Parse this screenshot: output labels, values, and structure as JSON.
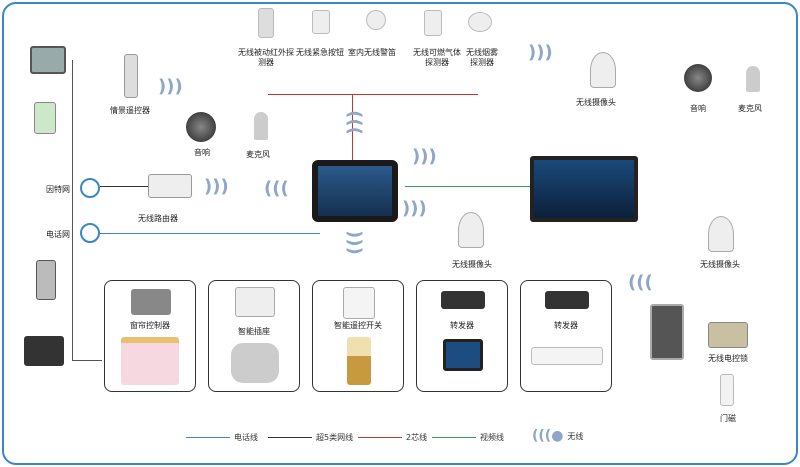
{
  "detectors": [
    "无线被动红外探测器",
    "无线紧急按钮",
    "室内无线警笛",
    "无线可燃气体探测器",
    "无线烟雾探测器"
  ],
  "left": {
    "internet": "因特网",
    "phone_net": "电话网"
  },
  "devices": {
    "scene_remote": "情景遥控器",
    "speaker": "音响",
    "mic": "麦克风",
    "router": "无线路由器",
    "camera": "无线摄像头",
    "lock": "无线电控锁",
    "door_sensor": "门磁"
  },
  "boxes": [
    "窗帘控制器",
    "智能插座",
    "智能遥控开关",
    "转发器",
    "转发器"
  ],
  "legend": [
    {
      "label": "电话线",
      "color": "#3a86c8"
    },
    {
      "label": "超5类网线",
      "color": "#333333"
    },
    {
      "label": "2芯线",
      "color": "#c0392b"
    },
    {
      "label": "视频线",
      "color": "#3a9a5a"
    },
    {
      "label": "无线",
      "color": "#8ea6c8"
    }
  ]
}
